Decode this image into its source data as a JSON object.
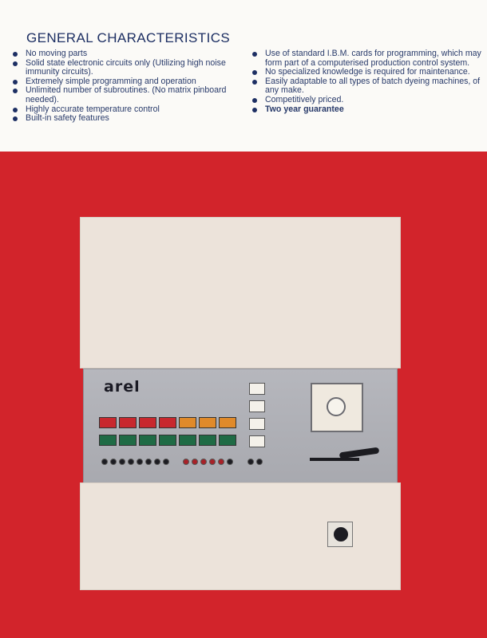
{
  "heading": "GENERAL CHARACTERISTICS",
  "left_items": [
    "No moving parts",
    "Solid state electronic circuits only (Utilizing high noise immunity circuits).",
    "Extremely simple programming and operation",
    "Unlimited number of subroutines. (No matrix pinboard needed).",
    "Highly accurate temperature control",
    "Built-in safety features"
  ],
  "right_items": [
    "Use of standard I.B.M. cards for programming, which may form part of a computerised production control system.",
    "No specialized knowledge is required for maintenance.",
    "Easily adaptable to all types of batch dyeing machines, of any make.",
    "Competitively priced.",
    "Two year guarantee"
  ],
  "logo": "arel",
  "colors": {
    "background_red": "#d2242b",
    "cabinet": "#ece3da",
    "panel": "#b6b7bd",
    "ink": "#1d2f63"
  }
}
